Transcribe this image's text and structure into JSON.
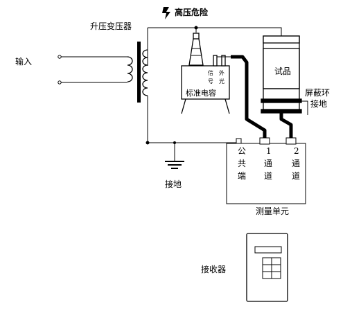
{
  "labels": {
    "danger": "高压危险",
    "transformer": "升压变压器",
    "input": "输入",
    "ground_left": "接地",
    "capacitor": "标准电容",
    "signal_out": [
      "信",
      "号",
      "外",
      "光"
    ],
    "sample": "试品",
    "shield_ring": [
      "屏蔽环",
      "接地"
    ],
    "unit_title": "测量单元",
    "common_terminal": [
      "公",
      "共",
      "端"
    ],
    "channel_1": [
      "1",
      "通",
      "道"
    ],
    "channel_2": [
      "2",
      "通",
      "道"
    ],
    "receiver": "接收器"
  }
}
